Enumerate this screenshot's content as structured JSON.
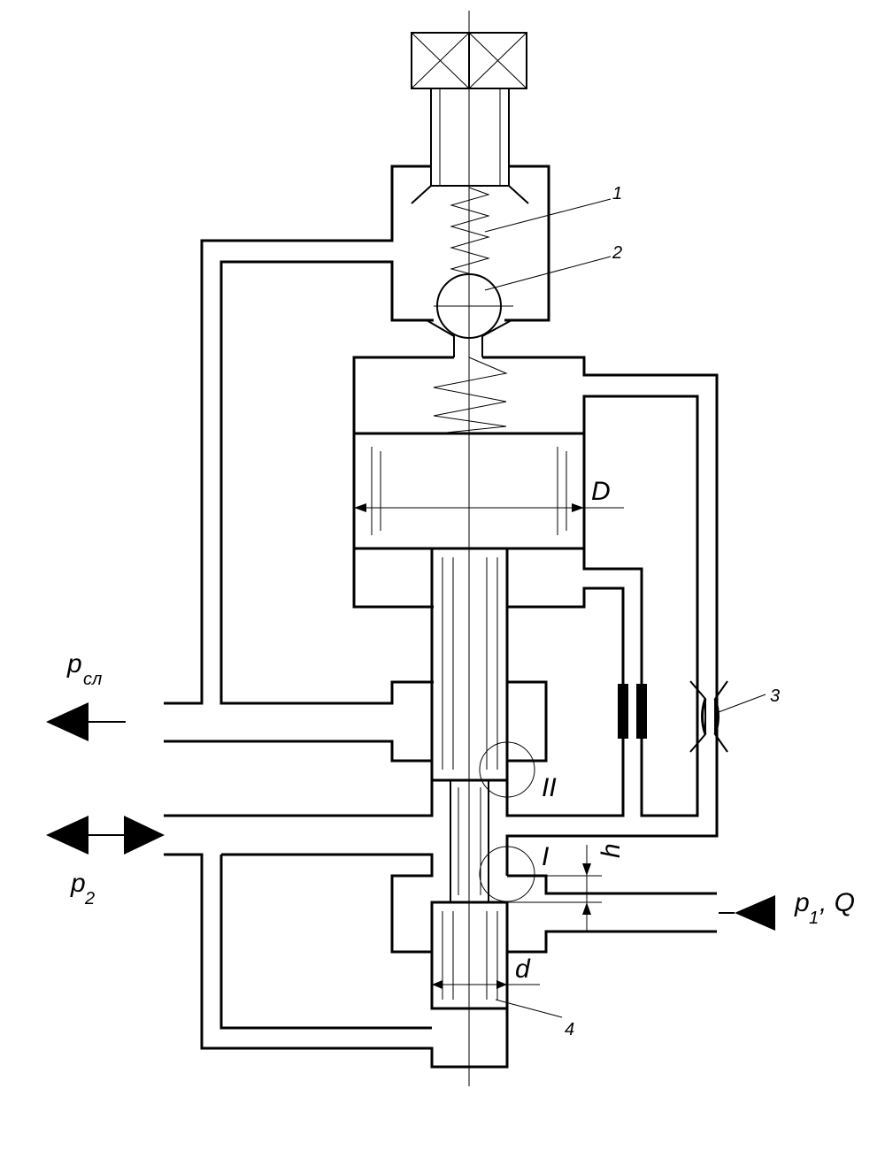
{
  "labels": {
    "spring": "1",
    "ball": "2",
    "throttle": "3",
    "plunger": "4",
    "diameter_large": "D",
    "diameter_small": "d",
    "gap": "h",
    "detail_1": "I",
    "detail_2": "II",
    "p_drain_main": "p",
    "p_drain_sub": "сл",
    "p_out_main": "p",
    "p_out_sub": "2",
    "p_in_main": "p",
    "p_in_sub": "1",
    "p_in_rest": ", Q"
  }
}
